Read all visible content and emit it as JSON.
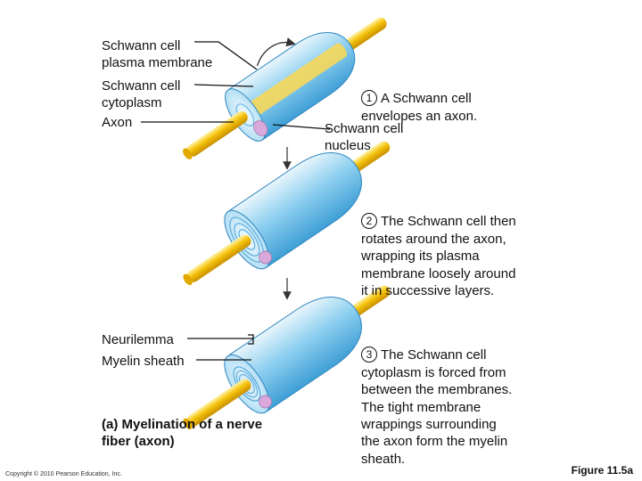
{
  "labels": {
    "plasma_membrane": "Schwann cell\nplasma membrane",
    "cytoplasm": "Schwann cell\ncytoplasm",
    "axon": "Axon",
    "nucleus": "Schwann cell\nnucleus",
    "neurilemma": "Neurilemma",
    "myelin_sheath": "Myelin sheath"
  },
  "steps": [
    {
      "number": "1",
      "text": "A Schwann cell\nenvelopes an axon."
    },
    {
      "number": "2",
      "text": "The Schwann cell then\nrotates around the axon,\nwrapping its plasma\nmembrane loosely around\nit in successive layers."
    },
    {
      "number": "3",
      "text": "The Schwann cell\ncytoplasm is forced from\nbetween the membranes.\nThe tight membrane\nwrappings surrounding\nthe axon form the myelin\nsheath."
    }
  ],
  "caption": "(a) Myelination of a nerve\nfiber (axon)",
  "copyright": "Copyright © 2010 Pearson Education, Inc.",
  "figure_number": "Figure 11.5a",
  "colors": {
    "axon": "#f5c30c",
    "cell_light": "#d8eef9",
    "cell_mid": "#8ccbec",
    "cell_dark": "#3f9fd6",
    "nucleus": "#d9a9dc"
  }
}
